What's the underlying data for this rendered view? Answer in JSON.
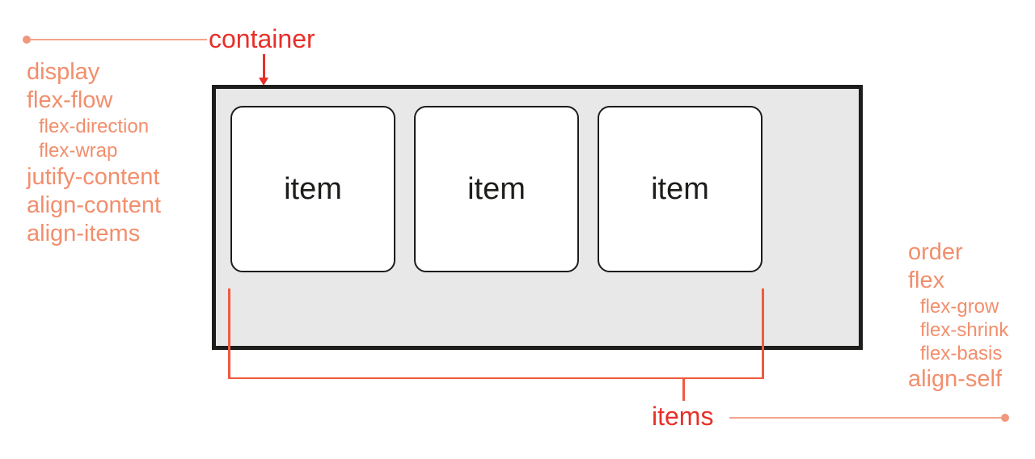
{
  "labels": {
    "container": "container",
    "items": "items"
  },
  "items": [
    {
      "label": "item"
    },
    {
      "label": "item"
    },
    {
      "label": "item"
    }
  ],
  "container_properties": [
    {
      "label": "display",
      "level": "main"
    },
    {
      "label": "flex-flow",
      "level": "main"
    },
    {
      "label": "flex-direction",
      "level": "sub"
    },
    {
      "label": "flex-wrap",
      "level": "sub"
    },
    {
      "label": "jutify-content",
      "level": "main"
    },
    {
      "label": "align-content",
      "level": "main"
    },
    {
      "label": "align-items",
      "level": "main"
    }
  ],
  "item_properties": [
    {
      "label": "order",
      "level": "main"
    },
    {
      "label": "flex",
      "level": "main"
    },
    {
      "label": "flex-grow",
      "level": "sub"
    },
    {
      "label": "flex-shrink",
      "level": "sub"
    },
    {
      "label": "flex-basis",
      "level": "sub"
    },
    {
      "label": "align-self",
      "level": "main"
    }
  ],
  "colors": {
    "salmon_text": "#f28e6c",
    "leader_line": "#f3a58c",
    "leader_dot": "#f0987c",
    "bracket_line": "#f05a41",
    "red_label": "#e7302a",
    "container_fill": "#e8e8e8",
    "outline_black": "#1d1d1b",
    "item_fill": "#ffffff",
    "background": "#ffffff"
  }
}
